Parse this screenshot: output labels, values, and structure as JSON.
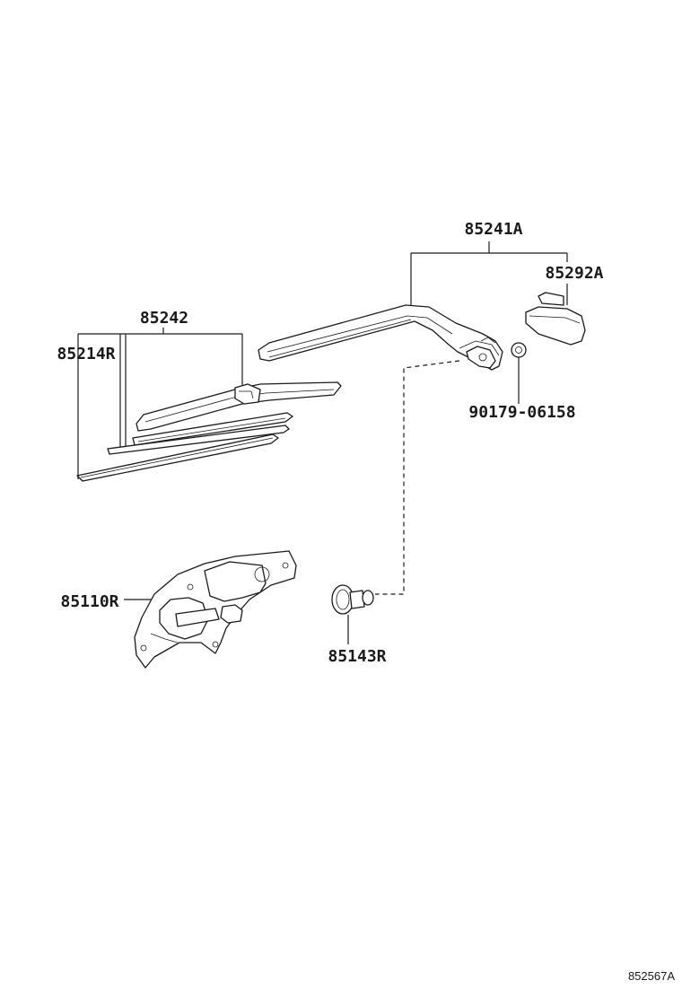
{
  "diagram": {
    "parts": {
      "arm": "85241A",
      "arm_cover": "85292A",
      "nut": "90179-06158",
      "blade": "85242",
      "blade_rubber": "85214R",
      "motor": "85110R",
      "grommet": "85143R"
    },
    "reference_code": "852567A"
  }
}
